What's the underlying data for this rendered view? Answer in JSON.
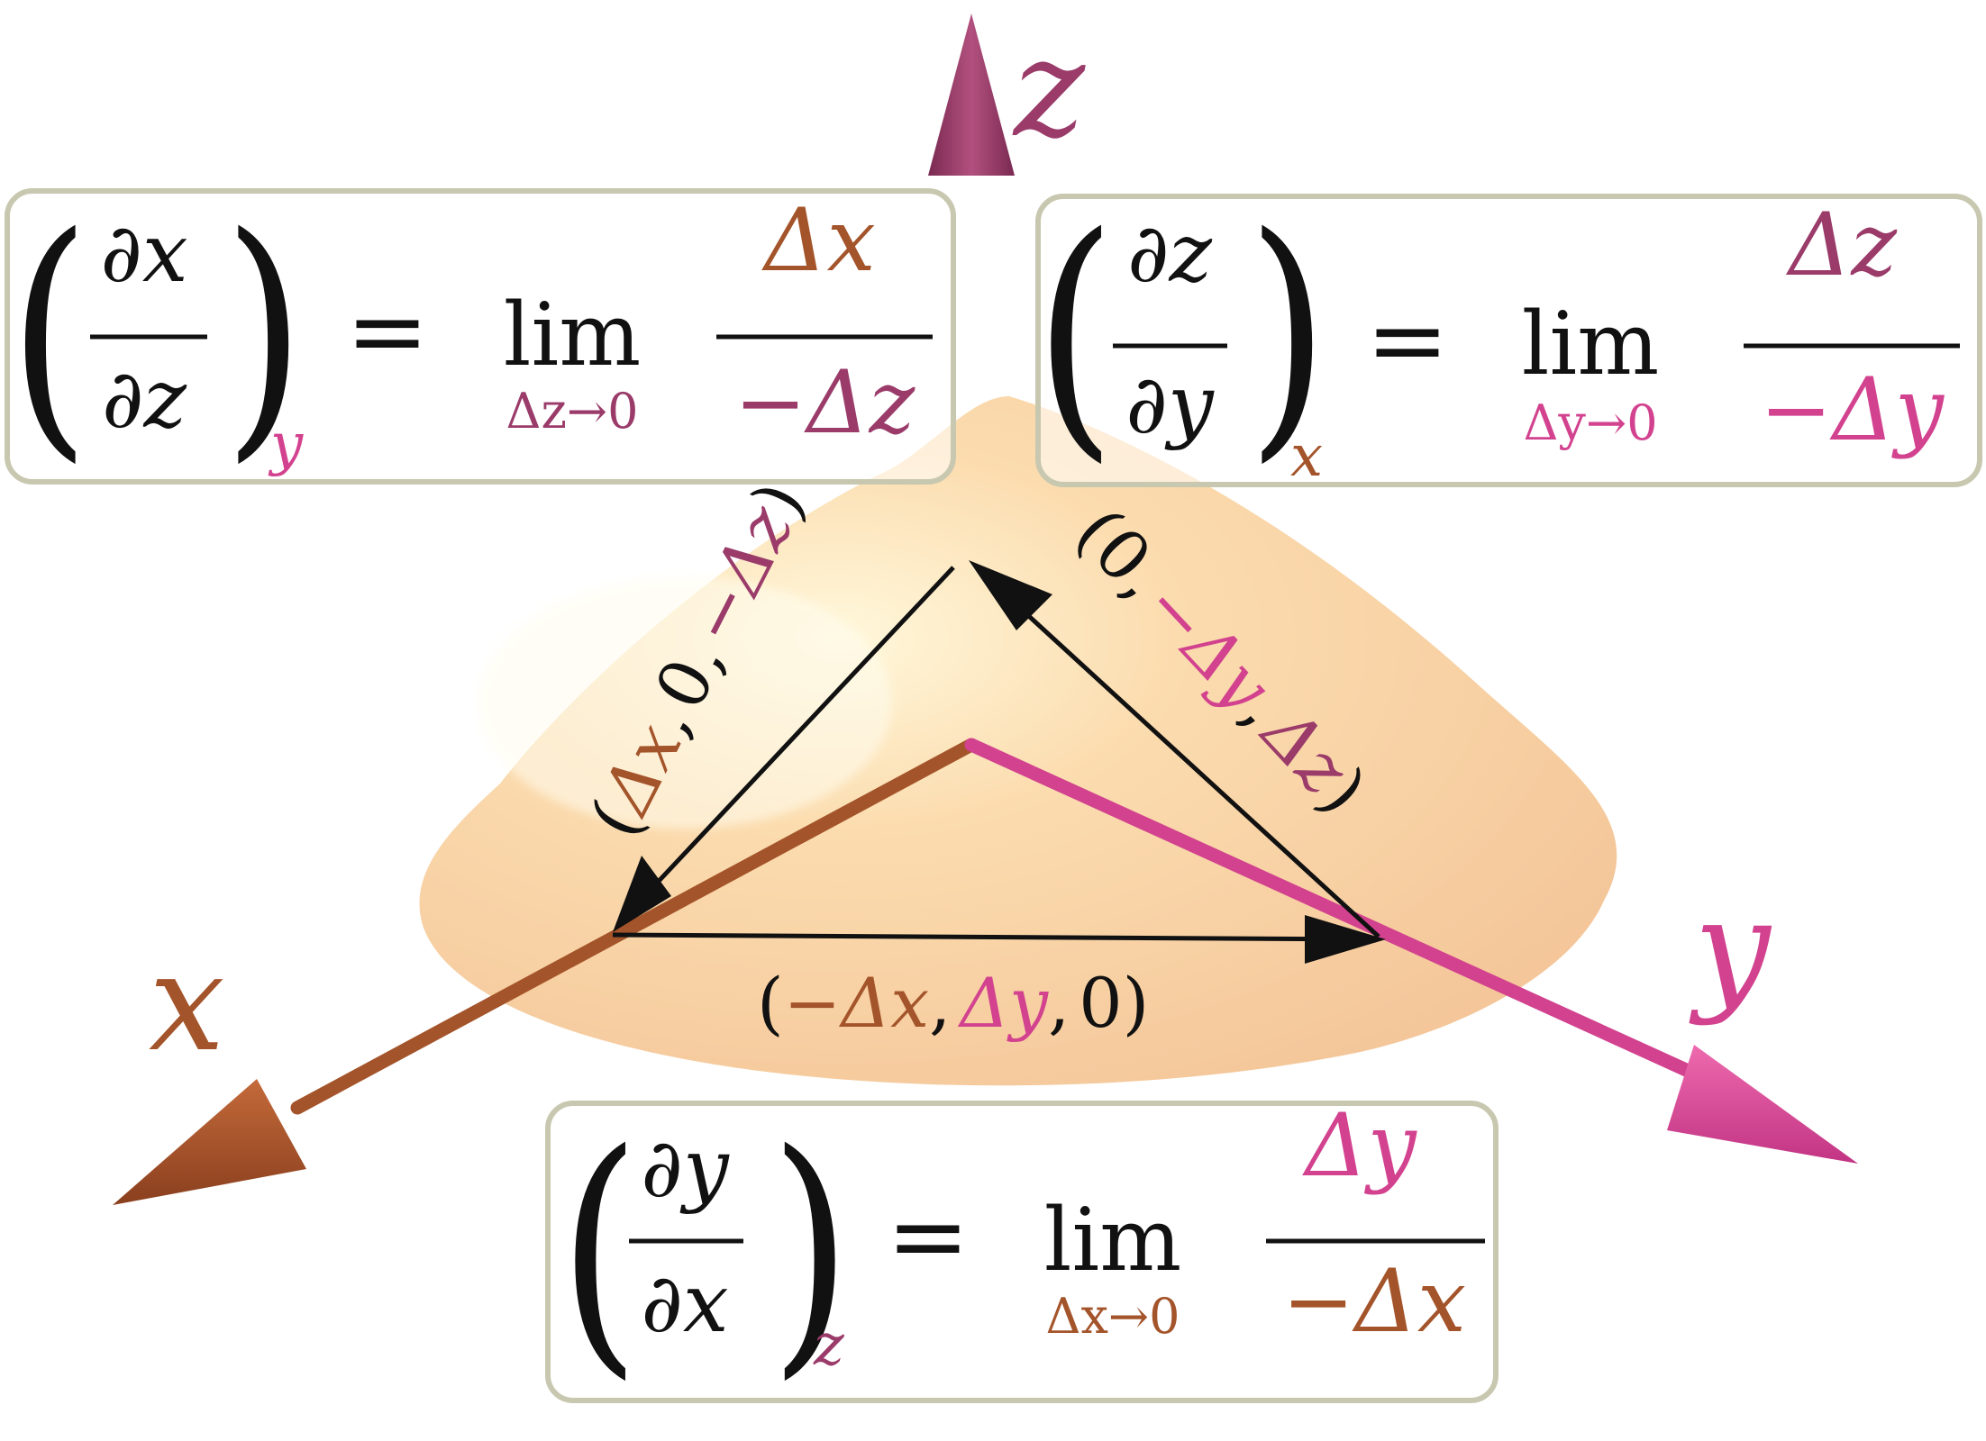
{
  "colors": {
    "x": "#a4542a",
    "y": "#d2428f",
    "z": "#9a3b6a",
    "black": "#111111",
    "surface": "#f6c99c",
    "box_border": "#c8c8b0"
  },
  "axes": {
    "x_label": "x",
    "y_label": "y",
    "z_label": "z"
  },
  "vectors": {
    "top_left": {
      "open": "(",
      "a": "Δx",
      "c1": ",",
      "b": "0",
      "c2": ",",
      "c": "−Δz",
      "close": ")"
    },
    "top_right": {
      "open": "(",
      "a": "0",
      "c1": ",",
      "b": "−Δy",
      "c2": ",",
      "c": "Δz",
      "close": ")"
    },
    "bottom": {
      "open": "(",
      "a": "−Δx",
      "c1": ",",
      "b": "Δy",
      "c2": ",",
      "c": "0",
      "close": ")"
    }
  },
  "formulas": {
    "xz": {
      "num": "∂x",
      "den": "∂z",
      "sub": "y",
      "eq": "=",
      "lim": "lim",
      "under": "Δz→0",
      "frac_num": "Δx",
      "frac_den": "−Δz"
    },
    "zy": {
      "num": "∂z",
      "den": "∂y",
      "sub": "x",
      "eq": "=",
      "lim": "lim",
      "under": "Δy→0",
      "frac_num": "Δz",
      "frac_den": "−Δy"
    },
    "yx": {
      "num": "∂y",
      "den": "∂x",
      "sub": "z",
      "eq": "=",
      "lim": "lim",
      "under": "Δx→0",
      "frac_num": "Δy",
      "frac_den": "−Δx"
    }
  }
}
